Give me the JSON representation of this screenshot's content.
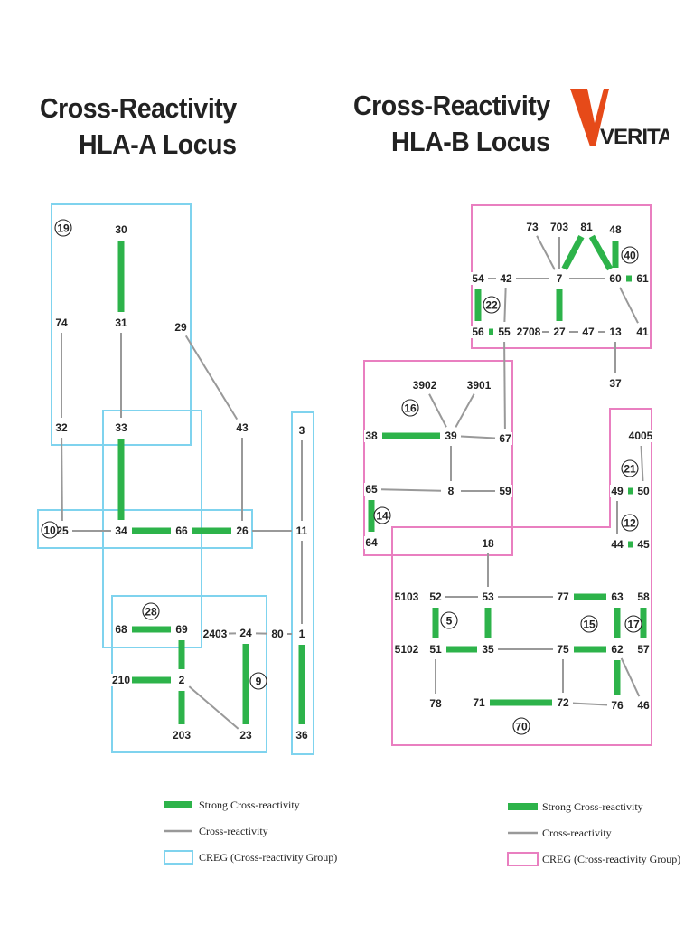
{
  "titles": {
    "a_line1": "Cross-Reactivity",
    "a_line2": "HLA-A Locus",
    "b_line1": "Cross-Reactivity",
    "b_line2": "HLA-B Locus"
  },
  "logo": {
    "text": "VERITAS",
    "color": "#e64a19"
  },
  "colors": {
    "strong": "#2db34a",
    "cross": "#999999",
    "creg_a": "#7fd3ee",
    "creg_b": "#e97fc0",
    "text": "#222222"
  },
  "legend_a": {
    "strong": "Strong Cross-reactivity",
    "cross": "Cross-reactivity",
    "creg": "CREG (Cross-reactivity Group)"
  },
  "legend_b": {
    "strong": "Strong Cross-reactivity",
    "cross": "Cross-reactivity",
    "creg": "CREG (Cross-reactivity Group)"
  },
  "hla_a": {
    "antigens": [
      "30",
      "31",
      "74",
      "29",
      "32",
      "33",
      "43",
      "3",
      "25",
      "34",
      "66",
      "26",
      "11",
      "68",
      "69",
      "2403",
      "24",
      "80",
      "1",
      "210",
      "2",
      "203",
      "23",
      "36"
    ],
    "creg_labels": [
      "19",
      "10",
      "28",
      "9"
    ],
    "strong_links": [
      [
        "30",
        "31"
      ],
      [
        "33",
        "34"
      ],
      [
        "34",
        "66"
      ],
      [
        "66",
        "26"
      ],
      [
        "68",
        "69"
      ],
      [
        "69",
        "2"
      ],
      [
        "210",
        "2"
      ],
      [
        "2",
        "203"
      ],
      [
        "24",
        "23"
      ],
      [
        "1",
        "36"
      ]
    ],
    "cross_links": [
      [
        "31",
        "33"
      ],
      [
        "74",
        "32"
      ],
      [
        "32",
        "25"
      ],
      [
        "25",
        "34"
      ],
      [
        "29",
        "43"
      ],
      [
        "43",
        "26"
      ],
      [
        "26",
        "11"
      ],
      [
        "3",
        "11"
      ],
      [
        "11",
        "1"
      ],
      [
        "2403",
        "24"
      ],
      [
        "24",
        "80"
      ],
      [
        "80",
        "1"
      ],
      [
        "2",
        "23"
      ]
    ]
  },
  "hla_b": {
    "antigens": [
      "73",
      "703",
      "81",
      "48",
      "54",
      "42",
      "7",
      "60",
      "61",
      "56",
      "55",
      "2708",
      "27",
      "47",
      "13",
      "41",
      "37",
      "3902",
      "3901",
      "38",
      "39",
      "67",
      "65",
      "8",
      "59",
      "64",
      "4005",
      "49",
      "50",
      "44",
      "45",
      "18",
      "5103",
      "52",
      "53",
      "77",
      "63",
      "58",
      "5102",
      "51",
      "35",
      "75",
      "62",
      "57",
      "78",
      "71",
      "72",
      "76",
      "46"
    ],
    "creg_labels": [
      "40",
      "22",
      "16",
      "14",
      "21",
      "12",
      "5",
      "15",
      "17",
      "70"
    ],
    "strong_links": [
      [
        "7",
        "81"
      ],
      [
        "81",
        "60"
      ],
      [
        "48",
        "60"
      ],
      [
        "60",
        "61"
      ],
      [
        "7",
        "27"
      ],
      [
        "54",
        "56"
      ],
      [
        "56",
        "55"
      ],
      [
        "38",
        "39"
      ],
      [
        "65",
        "64"
      ],
      [
        "49",
        "50"
      ],
      [
        "44",
        "45"
      ],
      [
        "52",
        "51"
      ],
      [
        "53",
        "35"
      ],
      [
        "77",
        "63"
      ],
      [
        "51",
        "35"
      ],
      [
        "75",
        "62"
      ],
      [
        "63",
        "62"
      ],
      [
        "62",
        "76"
      ],
      [
        "58",
        "57"
      ],
      [
        "71",
        "72"
      ]
    ],
    "cross_links": [
      [
        "54",
        "42"
      ],
      [
        "42",
        "7"
      ],
      [
        "73",
        "7"
      ],
      [
        "703",
        "7"
      ],
      [
        "7",
        "60"
      ],
      [
        "60",
        "41"
      ],
      [
        "42",
        "55"
      ],
      [
        "2708",
        "27"
      ],
      [
        "27",
        "47"
      ],
      [
        "47",
        "13"
      ],
      [
        "13",
        "37"
      ],
      [
        "55",
        "67"
      ],
      [
        "3902",
        "39"
      ],
      [
        "3901",
        "39"
      ],
      [
        "39",
        "67"
      ],
      [
        "39",
        "8"
      ],
      [
        "65",
        "8"
      ],
      [
        "8",
        "59"
      ],
      [
        "4005",
        "50"
      ],
      [
        "49",
        "44"
      ],
      [
        "18",
        "53"
      ],
      [
        "52",
        "53"
      ],
      [
        "53",
        "77"
      ],
      [
        "51",
        "78"
      ],
      [
        "35",
        "75"
      ],
      [
        "75",
        "72"
      ],
      [
        "72",
        "76"
      ],
      [
        "62",
        "46"
      ]
    ]
  }
}
